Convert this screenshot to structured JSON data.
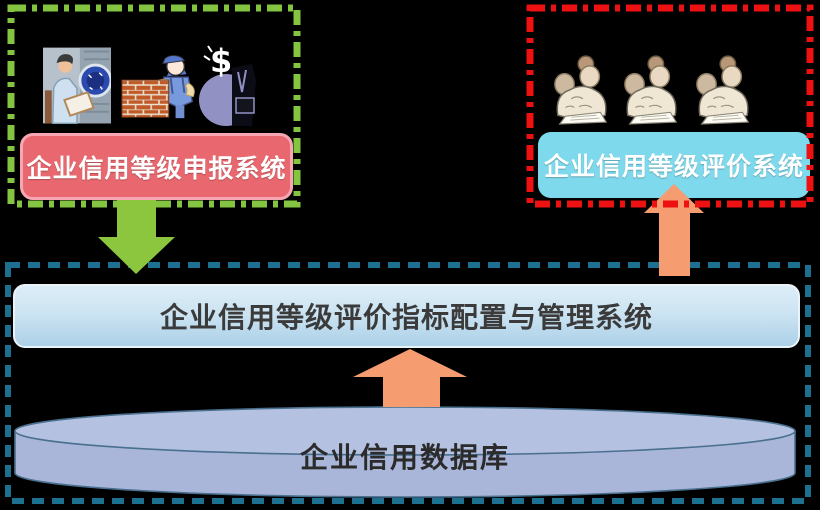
{
  "diagram": {
    "background": "#000000",
    "nodes": {
      "declaration_system": {
        "label": "企业信用等级申报系统",
        "badge_color": "#E9686F",
        "box_border_color": "#84C441",
        "box_border_style": "dash-dot"
      },
      "evaluation_system": {
        "label": "企业信用等级评价系统",
        "badge_color": "#7FD9EC",
        "box_border_color": "#EE1111",
        "box_border_style": "dash-dot"
      },
      "management_system": {
        "label": "企业信用等级评价指标配置与管理系统",
        "bar_gradient_top": "#DCEDF7",
        "bar_gradient_bottom": "#ABD0E8",
        "box_border_color": "#1E7090",
        "box_border_style": "dashed"
      },
      "database": {
        "label": "企业信用数据库",
        "shape": "cylinder",
        "fill": "#A9B6D9",
        "stroke": "#4A7090"
      }
    },
    "arrows": [
      {
        "from": "declaration_system",
        "to": "management_system",
        "direction": "down",
        "color": "#8CC63F"
      },
      {
        "from": "management_system",
        "to": "evaluation_system",
        "direction": "up",
        "color": "#F59C70"
      },
      {
        "from": "database",
        "to": "management_system",
        "direction": "up",
        "color": "#F59C70"
      }
    ],
    "icons": {
      "dollar_glyph": "$",
      "declaration_cliparts": [
        "operator-at-console-clipart",
        "bricklayer-wall-clipart",
        "dollar-businessman-clipart"
      ],
      "evaluation_cliparts": [
        "seated-reader-clipart",
        "seated-reader-clipart",
        "seated-reader-clipart"
      ]
    }
  }
}
